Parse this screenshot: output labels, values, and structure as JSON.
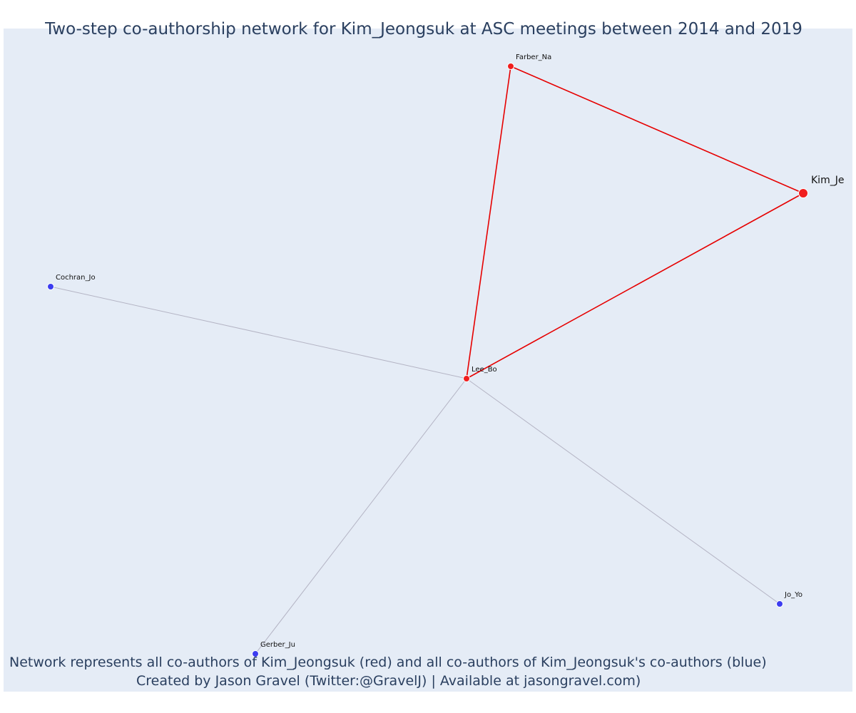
{
  "title": "Two-step co-authorship network for Kim_Jeongsuk at ASC meetings between 2014 and 2019",
  "caption": {
    "line1": "Network represents all co-authors of Kim_Jeongsuk (red) and all co-authors of Kim_Jeongsuk's co-authors (blue)",
    "line2": "Created by Jason Gravel (Twitter:@GravelJ) | Available at jasongravel.com)"
  },
  "colors": {
    "background": "#e5ecf6",
    "coauthor": "#f01e1e",
    "second_step": "#3c3cf0",
    "red_edge": "#e60000",
    "grey_edge": "#b4b4c4",
    "text": "#2a3f5f"
  },
  "nodes": [
    {
      "id": "kim",
      "label": "Kim_Je",
      "group": "focal"
    },
    {
      "id": "farber",
      "label": "Farber_Na",
      "group": "coauthor"
    },
    {
      "id": "lee",
      "label": "Lee_Bo",
      "group": "coauthor"
    },
    {
      "id": "cochran",
      "label": "Cochran_Jo",
      "group": "second_step"
    },
    {
      "id": "gerber",
      "label": "Gerber_Ju",
      "group": "second_step"
    },
    {
      "id": "jo",
      "label": "Jo_Yo",
      "group": "second_step"
    }
  ],
  "edges": [
    {
      "source": "farber",
      "target": "kim",
      "type": "coauthor"
    },
    {
      "source": "farber",
      "target": "lee",
      "type": "coauthor"
    },
    {
      "source": "lee",
      "target": "kim",
      "type": "coauthor"
    },
    {
      "source": "lee",
      "target": "cochran",
      "type": "second_step"
    },
    {
      "source": "lee",
      "target": "gerber",
      "type": "second_step"
    },
    {
      "source": "lee",
      "target": "jo",
      "type": "second_step"
    }
  ]
}
